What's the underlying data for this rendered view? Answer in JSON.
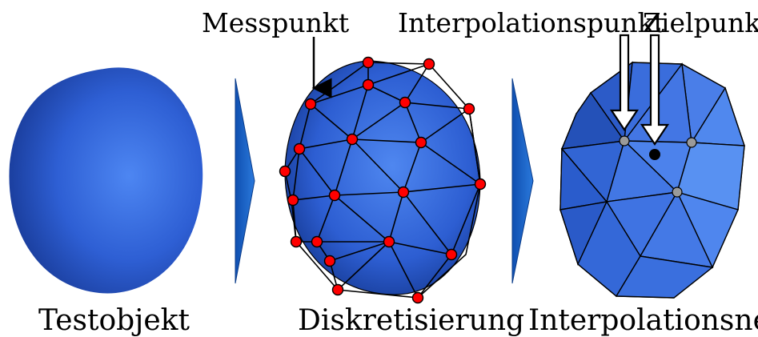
{
  "panels": [
    {
      "caption": "Testobjekt"
    },
    {
      "caption": "Diskretisierung"
    },
    {
      "caption": "Interpolationsnetz"
    }
  ],
  "annotations": {
    "measure_point": "Messpunkt",
    "interpolation_point": "Interpolationspunkt",
    "target_point": "Zielpunkt"
  },
  "colors": {
    "object_blue": "#2f5fd6",
    "object_dark": "#163a9a",
    "measure_point": "#ff0000",
    "interpolation_point": "#9a9a9a",
    "target_point": "#000000",
    "arrow_fill": "#1c63c8"
  }
}
